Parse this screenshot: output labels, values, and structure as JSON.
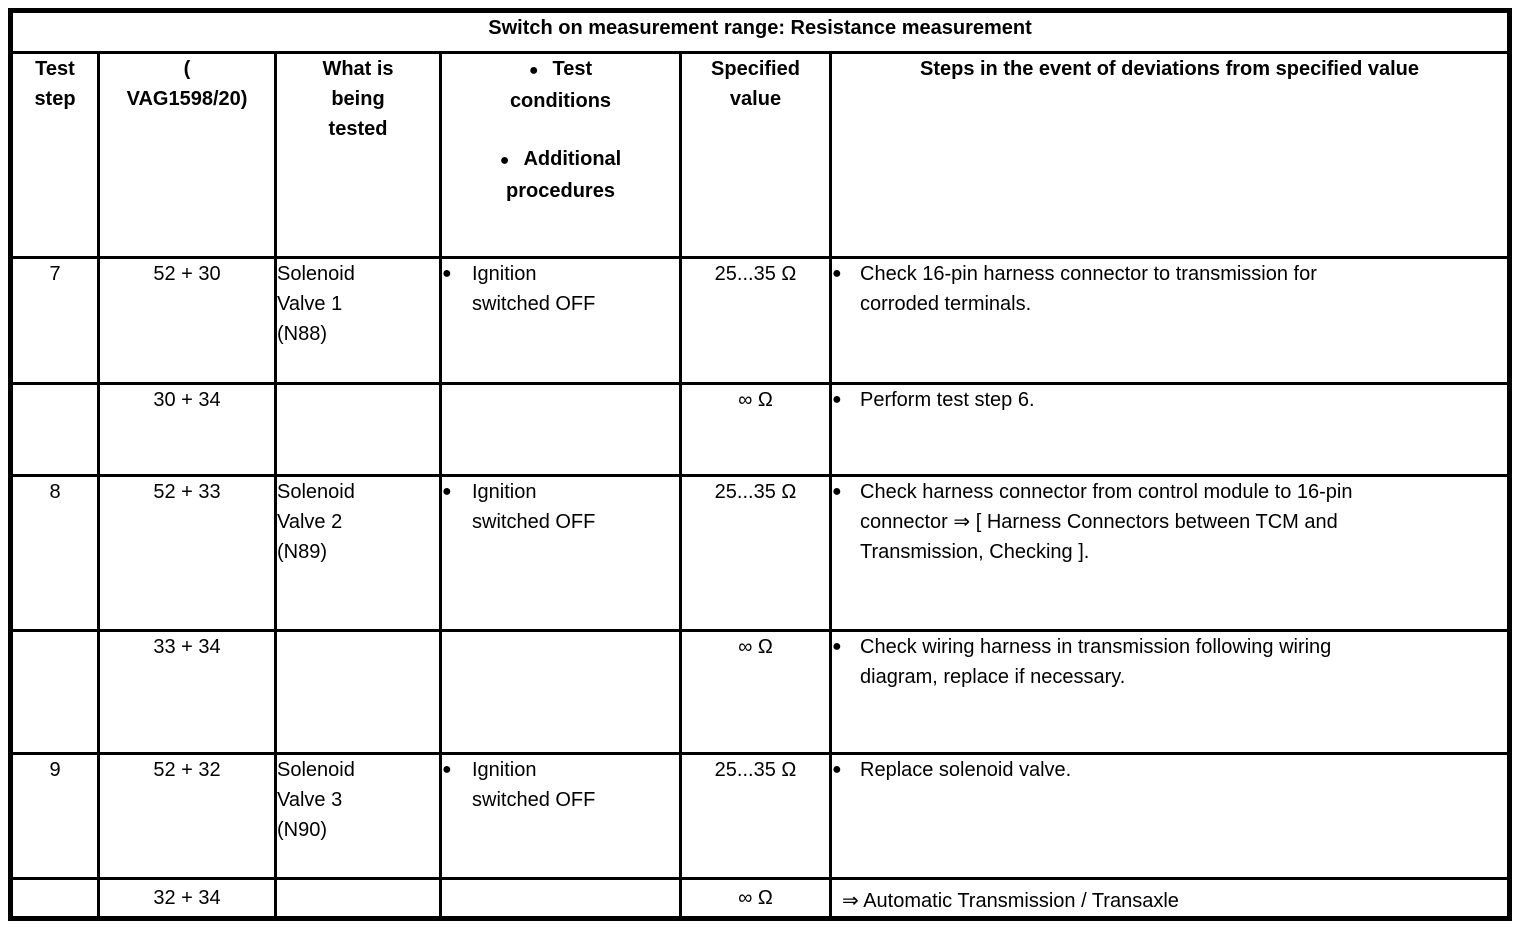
{
  "title": "Switch on measurement range: Resistance measurement",
  "icons": {
    "bullet": "●"
  },
  "columns": {
    "test_step": "Test\nstep",
    "vag": "(\nVAG1598/20)",
    "what_tested": "What is\nbeing\ntested",
    "conditions_items": [
      {
        "label": "Test\nconditions"
      },
      {
        "label": "Additional\nprocedures"
      }
    ],
    "specified_value": "Specified\nvalue",
    "steps": "Steps in the event of deviations from specified value"
  },
  "rows": [
    {
      "step": "7",
      "terminals": "52 + 30",
      "tested": "Solenoid\nValve 1\n(N88)",
      "conditions": "Ignition\nswitched OFF",
      "specified": "25...35 Ω",
      "steps": "Check 16-pin harness connector to transmission for\ncorroded terminals."
    },
    {
      "step": "",
      "terminals": "30 + 34",
      "tested": "",
      "conditions": "",
      "specified": "∞ Ω",
      "steps": "Perform test step 6."
    },
    {
      "step": "8",
      "terminals": "52 + 33",
      "tested": "Solenoid\nValve 2\n(N89)",
      "conditions": "Ignition\nswitched OFF",
      "specified": "25...35 Ω",
      "steps": "Check harness connector from control module to 16-pin\nconnector ⇒ [ Harness Connectors between TCM and\nTransmission, Checking ]."
    },
    {
      "step": "",
      "terminals": "33 + 34",
      "tested": "",
      "conditions": "",
      "specified": "∞ Ω",
      "steps": "Check wiring harness in transmission following wiring\ndiagram, replace if necessary."
    },
    {
      "step": "9",
      "terminals": "52 + 32",
      "tested": "Solenoid\nValve 3\n(N90)",
      "conditions": "Ignition\nswitched OFF",
      "specified": "25...35 Ω",
      "steps": "Replace solenoid valve."
    },
    {
      "step": "",
      "terminals": "32 + 34",
      "tested": "",
      "conditions": "",
      "specified": "∞ Ω",
      "steps": "⇒ Automatic Transmission / Transaxle"
    }
  ]
}
